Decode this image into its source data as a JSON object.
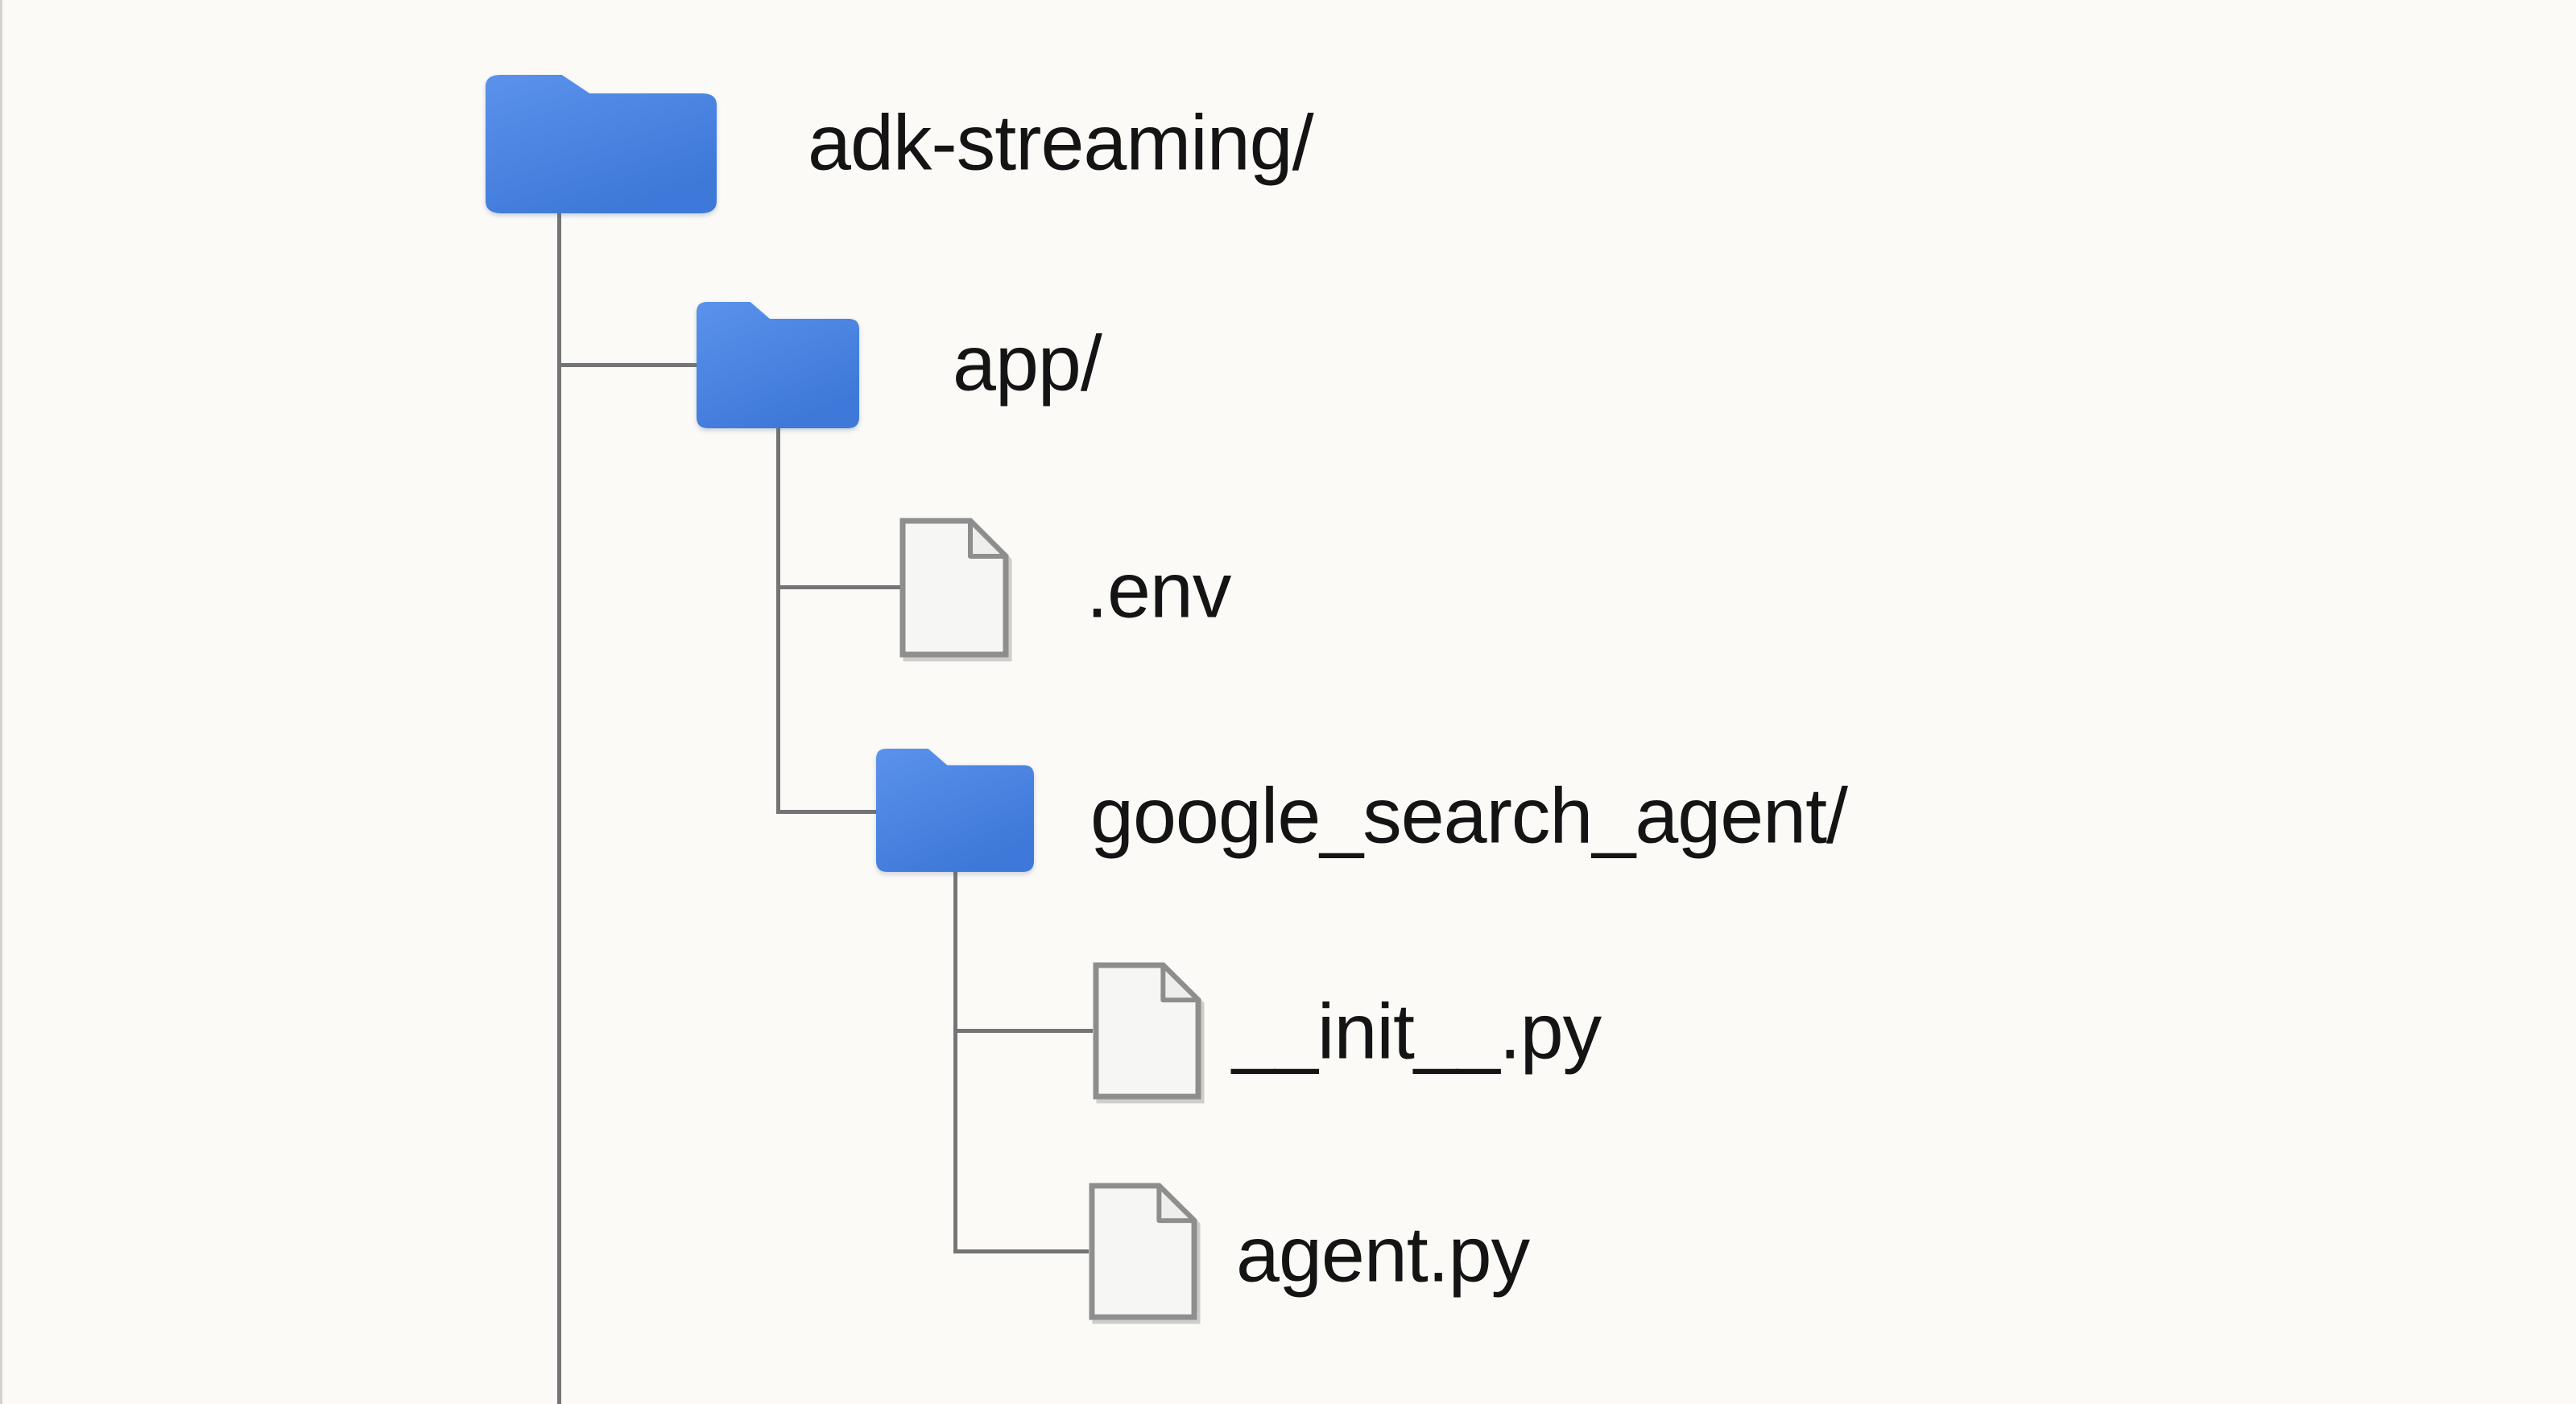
{
  "diagram": {
    "type": "directory-tree",
    "tree": {
      "root": {
        "label": "adk-streaming/",
        "type": "folder",
        "icon": "folder-icon",
        "children": [
          {
            "label": "app/",
            "type": "folder",
            "icon": "folder-icon",
            "children": [
              {
                "label": ".env",
                "type": "file",
                "icon": "file-icon",
                "children": []
              },
              {
                "label": "google_search_agent/",
                "type": "folder",
                "icon": "folder-icon",
                "children": [
                  {
                    "label": "__init__.py",
                    "type": "file",
                    "icon": "file-icon",
                    "children": []
                  },
                  {
                    "label": "agent.py",
                    "type": "file",
                    "icon": "file-icon",
                    "children": []
                  }
                ]
              }
            ]
          }
        ]
      }
    },
    "colors": {
      "background": "#fbfaf7",
      "folder_blue": "#4a84e4",
      "folder_blue_light": "#5a92ec",
      "folder_blue_dark": "#3e78d8",
      "file_fill": "#f6f6f4",
      "file_fold_fill": "#eeeeec",
      "file_border": "#8e8e8e",
      "connector_line": "#747474",
      "label_text": "#141414"
    }
  }
}
